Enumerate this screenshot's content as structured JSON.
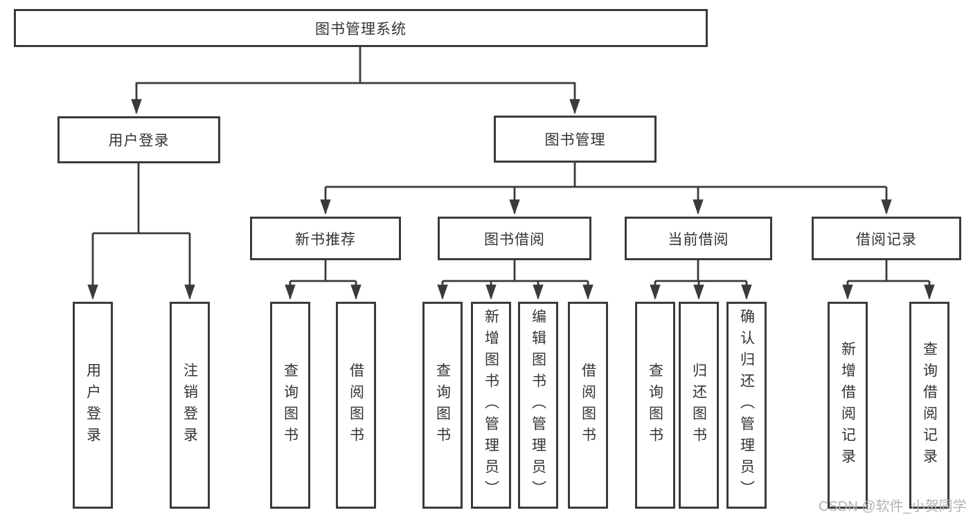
{
  "tree": {
    "root": {
      "label": "图书管理系统"
    },
    "children": [
      {
        "label": "用户登录",
        "children": [
          {
            "label": "用户登录"
          },
          {
            "label": "注销登录"
          }
        ]
      },
      {
        "label": "图书管理",
        "children": [
          {
            "label": "新书推荐",
            "children": [
              {
                "label": "查询图书"
              },
              {
                "label": "借阅图书"
              }
            ]
          },
          {
            "label": "图书借阅",
            "children": [
              {
                "label": "查询图书"
              },
              {
                "label": "新增图书（管理员）"
              },
              {
                "label": "编辑图书（管理员）"
              },
              {
                "label": "借阅图书"
              }
            ]
          },
          {
            "label": "当前借阅",
            "children": [
              {
                "label": "查询图书"
              },
              {
                "label": "归还图书"
              },
              {
                "label": "确认归还（管理员）"
              }
            ]
          },
          {
            "label": "借阅记录",
            "children": [
              {
                "label": "新增借阅记录"
              },
              {
                "label": "查询借阅记录"
              }
            ]
          }
        ]
      }
    ]
  },
  "watermark": {
    "text": "CSDN @软件_小贺同学"
  },
  "colors": {
    "line": "#3a3a3a",
    "text": "#333333",
    "background": "#ffffff",
    "watermark": "#b2b2b2"
  }
}
